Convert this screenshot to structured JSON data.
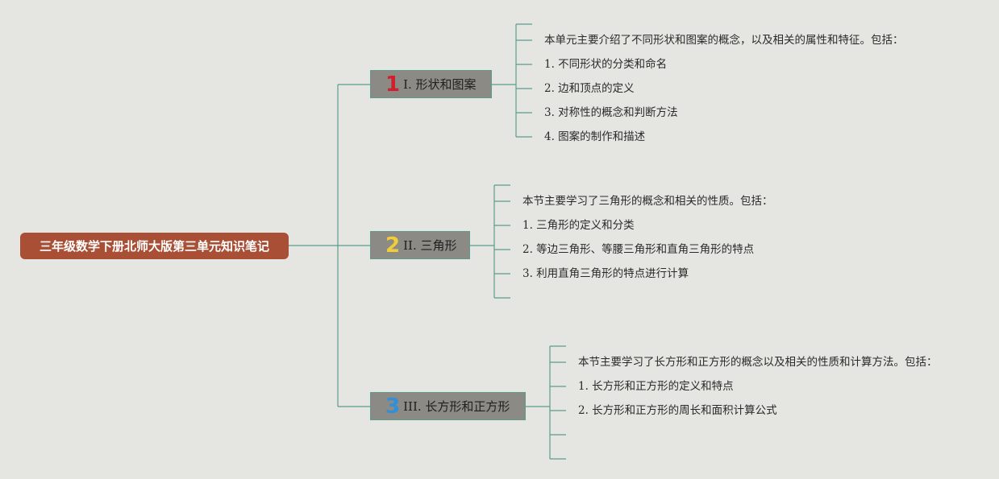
{
  "root": {
    "title": "三年级数学下册北师大版第三单元知识笔记"
  },
  "colors": {
    "background": "#e5e6e1",
    "root": "#a84f35",
    "branch": "#8b8a84",
    "line": "#5b9c8d"
  },
  "branches": [
    {
      "number": "1",
      "number_color": "#d0202e",
      "label": "I. 形状和图案",
      "items": [
        "本单元主要介绍了不同形状和图案的概念，以及相关的属性和特征。包括：",
        "1. 不同形状的分类和命名",
        "2. 边和顶点的定义",
        "3. 对称性的概念和判断方法",
        "4. 图案的制作和描述"
      ]
    },
    {
      "number": "2",
      "number_color": "#f2cd3a",
      "label": "II. 三角形",
      "items": [
        "本节主要学习了三角形的概念和相关的性质。包括：",
        "1. 三角形的定义和分类",
        "2. 等边三角形、等腰三角形和直角三角形的特点",
        "3. 利用直角三角形的特点进行计算"
      ]
    },
    {
      "number": "3",
      "number_color": "#2f8fd8",
      "label": "III. 长方形和正方形",
      "items": [
        "本节主要学习了长方形和正方形的概念以及相关的性质和计算方法。包括：",
        "1. 长方形和正方形的定义和特点",
        "2. 长方形和正方形的周长和面积计算公式"
      ]
    }
  ]
}
